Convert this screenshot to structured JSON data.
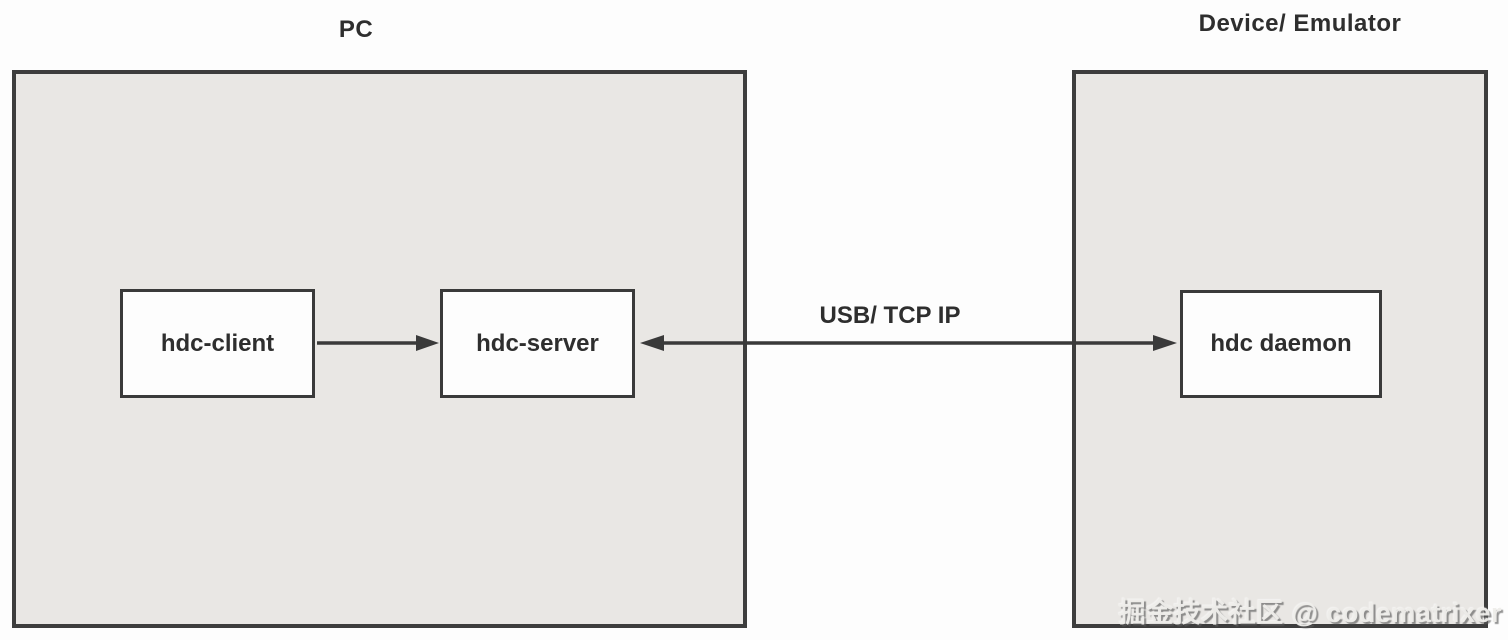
{
  "diagram": {
    "pc_group_label": "PC",
    "device_group_label": "Device/ Emulator",
    "nodes": {
      "client": {
        "label": "hdc-client"
      },
      "server": {
        "label": "hdc-server"
      },
      "daemon": {
        "label": "hdc daemon"
      }
    },
    "connection_label": "USB/ TCP IP"
  },
  "watermark": {
    "text": "掘金技术社区 @ codematrixer"
  },
  "colors": {
    "background": "#fdfdfd",
    "container_fill": "#e9e7e4",
    "border": "#3d3d3d",
    "node_fill": "#fdfdfd",
    "text": "#2e2e2e"
  }
}
